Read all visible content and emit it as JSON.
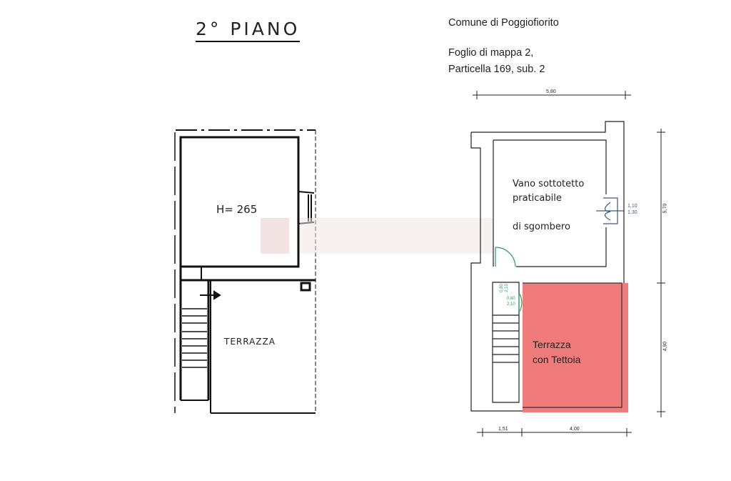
{
  "left_plan": {
    "title": "2° PIANO",
    "room_height": "H= 265",
    "terrace_label": "TERRAZZA"
  },
  "header_info": {
    "municipality": "Comune di Poggiofiorito",
    "sheet": "Foglio di mappa 2,",
    "parcel": "Particella 169, sub. 2"
  },
  "right_plan": {
    "room_label_lines": [
      "Vano sottotetto",
      "praticabile",
      "di sgombero"
    ],
    "terrace_label_lines": [
      "Terrazza",
      "con Tettoia"
    ],
    "dimensions": {
      "top_width": "5,80",
      "right_upper": "5,70",
      "right_lower": "4,90",
      "bottom_left": "1,51",
      "bottom_right": "4,00"
    },
    "window": {
      "width": "1,10",
      "height": "1,30"
    },
    "doors": [
      {
        "width": "0,80",
        "height": "2,10"
      },
      {
        "width": "0,80",
        "height": "2,10"
      }
    ],
    "colors": {
      "terrace_fill": "#f07b7b",
      "door_green": "#2e9a55",
      "window_blue": "#3a5a8a"
    }
  }
}
